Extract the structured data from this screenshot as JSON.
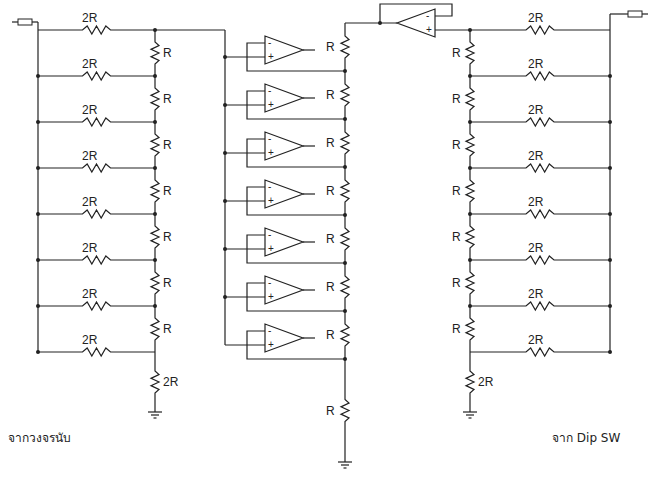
{
  "diagram": {
    "labels": [
      "2R",
      "2R",
      "2R",
      "2R",
      "2R",
      "2R",
      "2R",
      "2R",
      "R",
      "R",
      "R",
      "R",
      "R",
      "R",
      "R",
      "2R",
      "จากวงจรนับ",
      "R",
      "R",
      "R",
      "R",
      "R",
      "R",
      "R",
      "R",
      "-",
      "+",
      "-",
      "+",
      "-",
      "+",
      "-",
      "+",
      "-",
      "+",
      "-",
      "+",
      "-",
      "+",
      "-",
      "+",
      "R",
      "R",
      "R",
      "R",
      "R",
      "R",
      "R",
      "2R",
      "2R",
      "2R",
      "2R",
      "2R",
      "2R",
      "2R",
      "2R",
      "2R",
      "จาก Dip SW"
    ]
  }
}
